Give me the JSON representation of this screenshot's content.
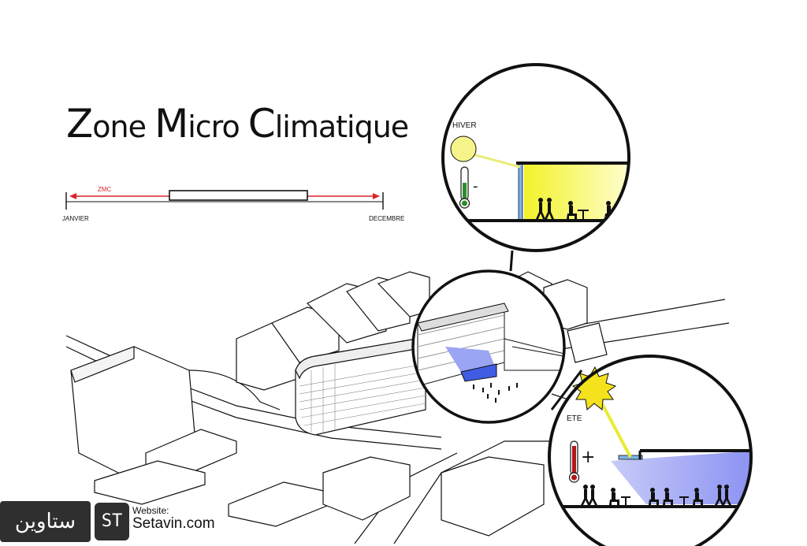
{
  "title": {
    "letter1": "Z",
    "rest1": "one ",
    "letter2": "M",
    "rest2": "icro ",
    "letter3": "C",
    "rest3": "limatique"
  },
  "timeline": {
    "zone_label": "ZMC",
    "start_label": "JANVIER",
    "end_label": "DECEMBRE",
    "arrow_color": "#d9242a"
  },
  "winter": {
    "label": "HIVER",
    "sign": "-",
    "sun_color": "#f6f38a",
    "light_color": "#f7f733",
    "thermo_fill": "#2a8f2a"
  },
  "summer": {
    "label": "ETE",
    "sign": "+",
    "sun_color": "#f4e21c",
    "light_color": "#e8ec33",
    "shade_color": "#8a91f2",
    "thermo_fill": "#b01818"
  },
  "accent": {
    "blue_box": "#3f5de2",
    "ref_line": "#111111"
  },
  "watermark": {
    "brand_text": "ستاوین",
    "website_label": "Website:",
    "website": "Setavin.com",
    "logo_text": "ST"
  }
}
